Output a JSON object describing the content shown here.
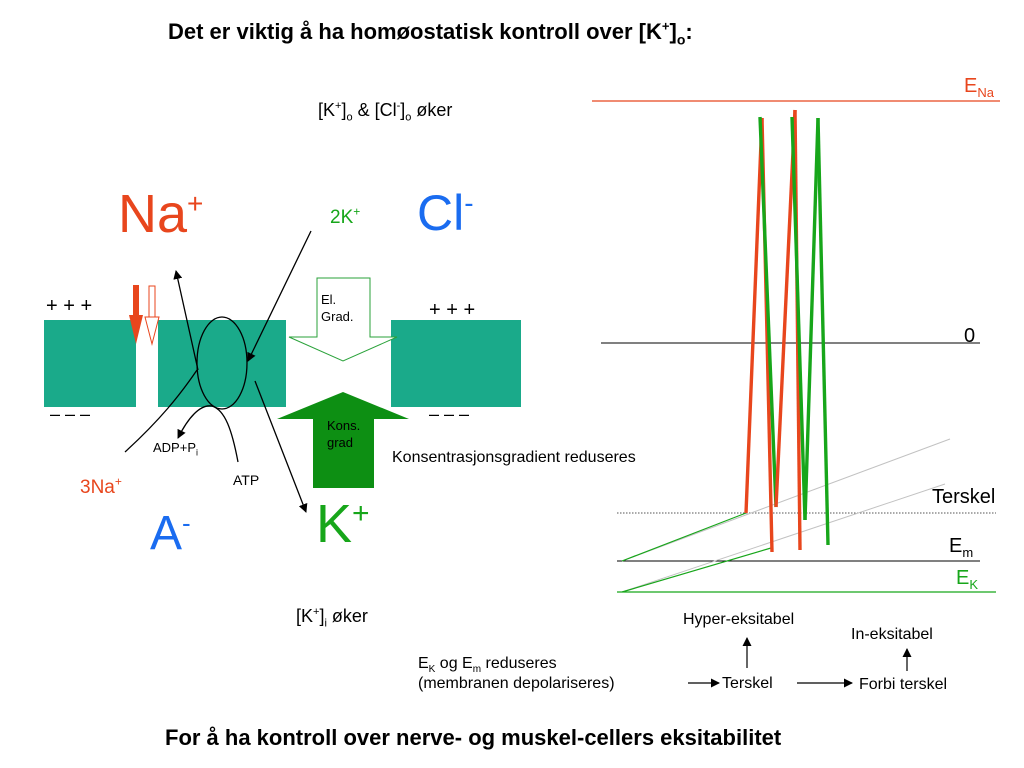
{
  "colors": {
    "membrane": "#1aaa8a",
    "red": "#e8461d",
    "green": "#17a61a",
    "blue": "#1a6cf0",
    "arrow_green": "#0d8f13"
  },
  "title": {
    "main": "Det er viktig å ha homøostatisk kontroll over [K",
    "sup": "+",
    "close": "]",
    "sub": "o",
    "end": ":"
  },
  "top_label": {
    "a": "[K",
    "a_sup": "+",
    "a_close": "]",
    "a_sub": "o",
    "amp": " & [Cl",
    "b_sup": "-",
    "b_close": "]",
    "b_sub": "o",
    "end": " øker"
  },
  "na_ion": {
    "base": "Na",
    "sup": "+"
  },
  "cl_ion": {
    "base": "Cl",
    "sup": "-"
  },
  "a_ion": {
    "base": "A",
    "sup": "-"
  },
  "k_ion": {
    "base": "K",
    "sup": "+"
  },
  "pump": {
    "k_label": {
      "base": "2K",
      "sup": "+"
    },
    "na_label": {
      "base": "3Na",
      "sup": "+"
    },
    "adp": {
      "base": "ADP+P",
      "sub": "i"
    },
    "atp": "ATP"
  },
  "charges": {
    "plus_left": "+ + +",
    "plus_right": "+ + +",
    "minus_left": "– – –",
    "minus_right": "– – –"
  },
  "el_grad": {
    "line1": "El.",
    "line2": "Grad."
  },
  "kons_grad": {
    "line1": "Kons.",
    "line2": "grad"
  },
  "kons_reduced": "Konsentrasjonsgradient reduseres",
  "bottom_label": {
    "a": "[K",
    "sup": "+",
    "close": "]",
    "sub": "i",
    "end": " øker"
  },
  "graph": {
    "e_na": {
      "base": "E",
      "sub": "Na"
    },
    "zero": "0",
    "terskel": "Terskel",
    "e_m": {
      "base": "E",
      "sub": "m"
    },
    "e_k": {
      "base": "E",
      "sub": "K"
    }
  },
  "flow": {
    "ek_em_line1_a": "E",
    "ek_sub": "K",
    "ek_em_line1_b": " og E",
    "em_sub": "m",
    "ek_em_line1_c": " reduseres",
    "ek_em_line2": "(membranen depolariseres)",
    "terskel": "Terskel",
    "forbi": "Forbi terskel",
    "hyper": "Hyper-eksitabel",
    "in": "In-eksitabel"
  },
  "footer": "For å ha kontroll over nerve- og muskel-cellers eksitabilitet"
}
